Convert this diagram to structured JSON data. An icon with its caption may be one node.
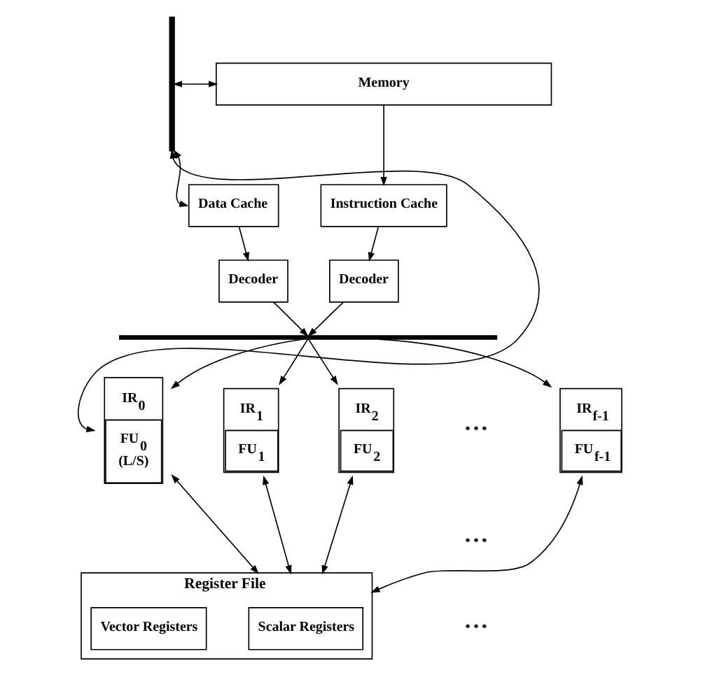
{
  "diagram": {
    "nodes": [
      {
        "text": [],
        "shape": "bar"
      },
      {
        "text": [
          "Memory"
        ]
      },
      {
        "text": [
          "Data Cache"
        ]
      },
      {
        "text": [
          "Instruction Cache"
        ]
      },
      {
        "text": [
          "Decoder"
        ]
      },
      {
        "text": [
          "Decoder"
        ]
      },
      {
        "text": [],
        "shape": "bar"
      },
      {
        "text": [
          "IR$_{0}$",
          "FU$_{0}$ (L/S)"
        ]
      },
      {
        "text": [
          "IR$_{1}$",
          "FU$_{1}$"
        ]
      },
      {
        "text": [
          "IR$_{2}$",
          "FU$_{2}$"
        ]
      },
      {
        "text": [
          "IR$_{f-1}$",
          "FU$_{f-1}$"
        ]
      },
      {
        "text": [
          "Register File"
        ]
      },
      {
        "text": [
          "Scalar Registers"
        ],
        "in": 11
      },
      {
        "text": [
          "Vector Registers"
        ],
        "in": 11
      }
    ],
    "edges": [
      {
        "from": 0,
        "to": 1,
        "arrow": "both"
      },
      {
        "from": 0,
        "to": 2,
        "arrow": "both"
      },
      {
        "from": 1,
        "to": 3,
        "arrow": "to"
      },
      {
        "from": 2,
        "to": 4,
        "arrow": "to"
      },
      {
        "from": 3,
        "to": 5,
        "arrow": "to"
      },
      {
        "from": 4,
        "to": 6,
        "arrow": "to"
      },
      {
        "from": 5,
        "to": 6,
        "arrow": "to"
      },
      {
        "from": 6,
        "to": 7,
        "arrow": "to"
      },
      {
        "from": 6,
        "to": 8,
        "arrow": "to"
      },
      {
        "from": 6,
        "to": 9,
        "arrow": "to"
      },
      {
        "from": 6,
        "to": 10,
        "arrow": "to"
      },
      {
        "from": 7,
        "to": 0,
        "arrow": "both"
      },
      {
        "from": 7,
        "to": 11,
        "arrow": "both"
      },
      {
        "from": 8,
        "to": 11,
        "arrow": "both"
      },
      {
        "from": 9,
        "to": 11,
        "arrow": "both"
      },
      {
        "from": 10,
        "to": 11,
        "arrow": "both"
      }
    ],
    "labels": [
      "• • •",
      "• • •",
      "• • •"
    ]
  }
}
